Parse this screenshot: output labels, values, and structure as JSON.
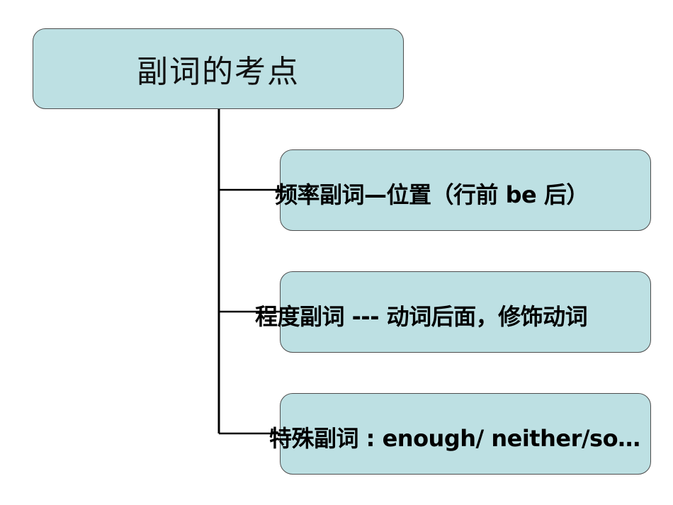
{
  "root": {
    "label": "副词的考点"
  },
  "children": [
    {
      "label": "频率副词—位置（行前 be 后）"
    },
    {
      "label": "程度副词 --- 动词后面，修饰动词"
    },
    {
      "label": "特殊副词 : enough/ neither/so…"
    }
  ],
  "colors": {
    "box_fill": "#bde0e3",
    "box_border": "#4d4d4d",
    "connector": "#000000"
  }
}
